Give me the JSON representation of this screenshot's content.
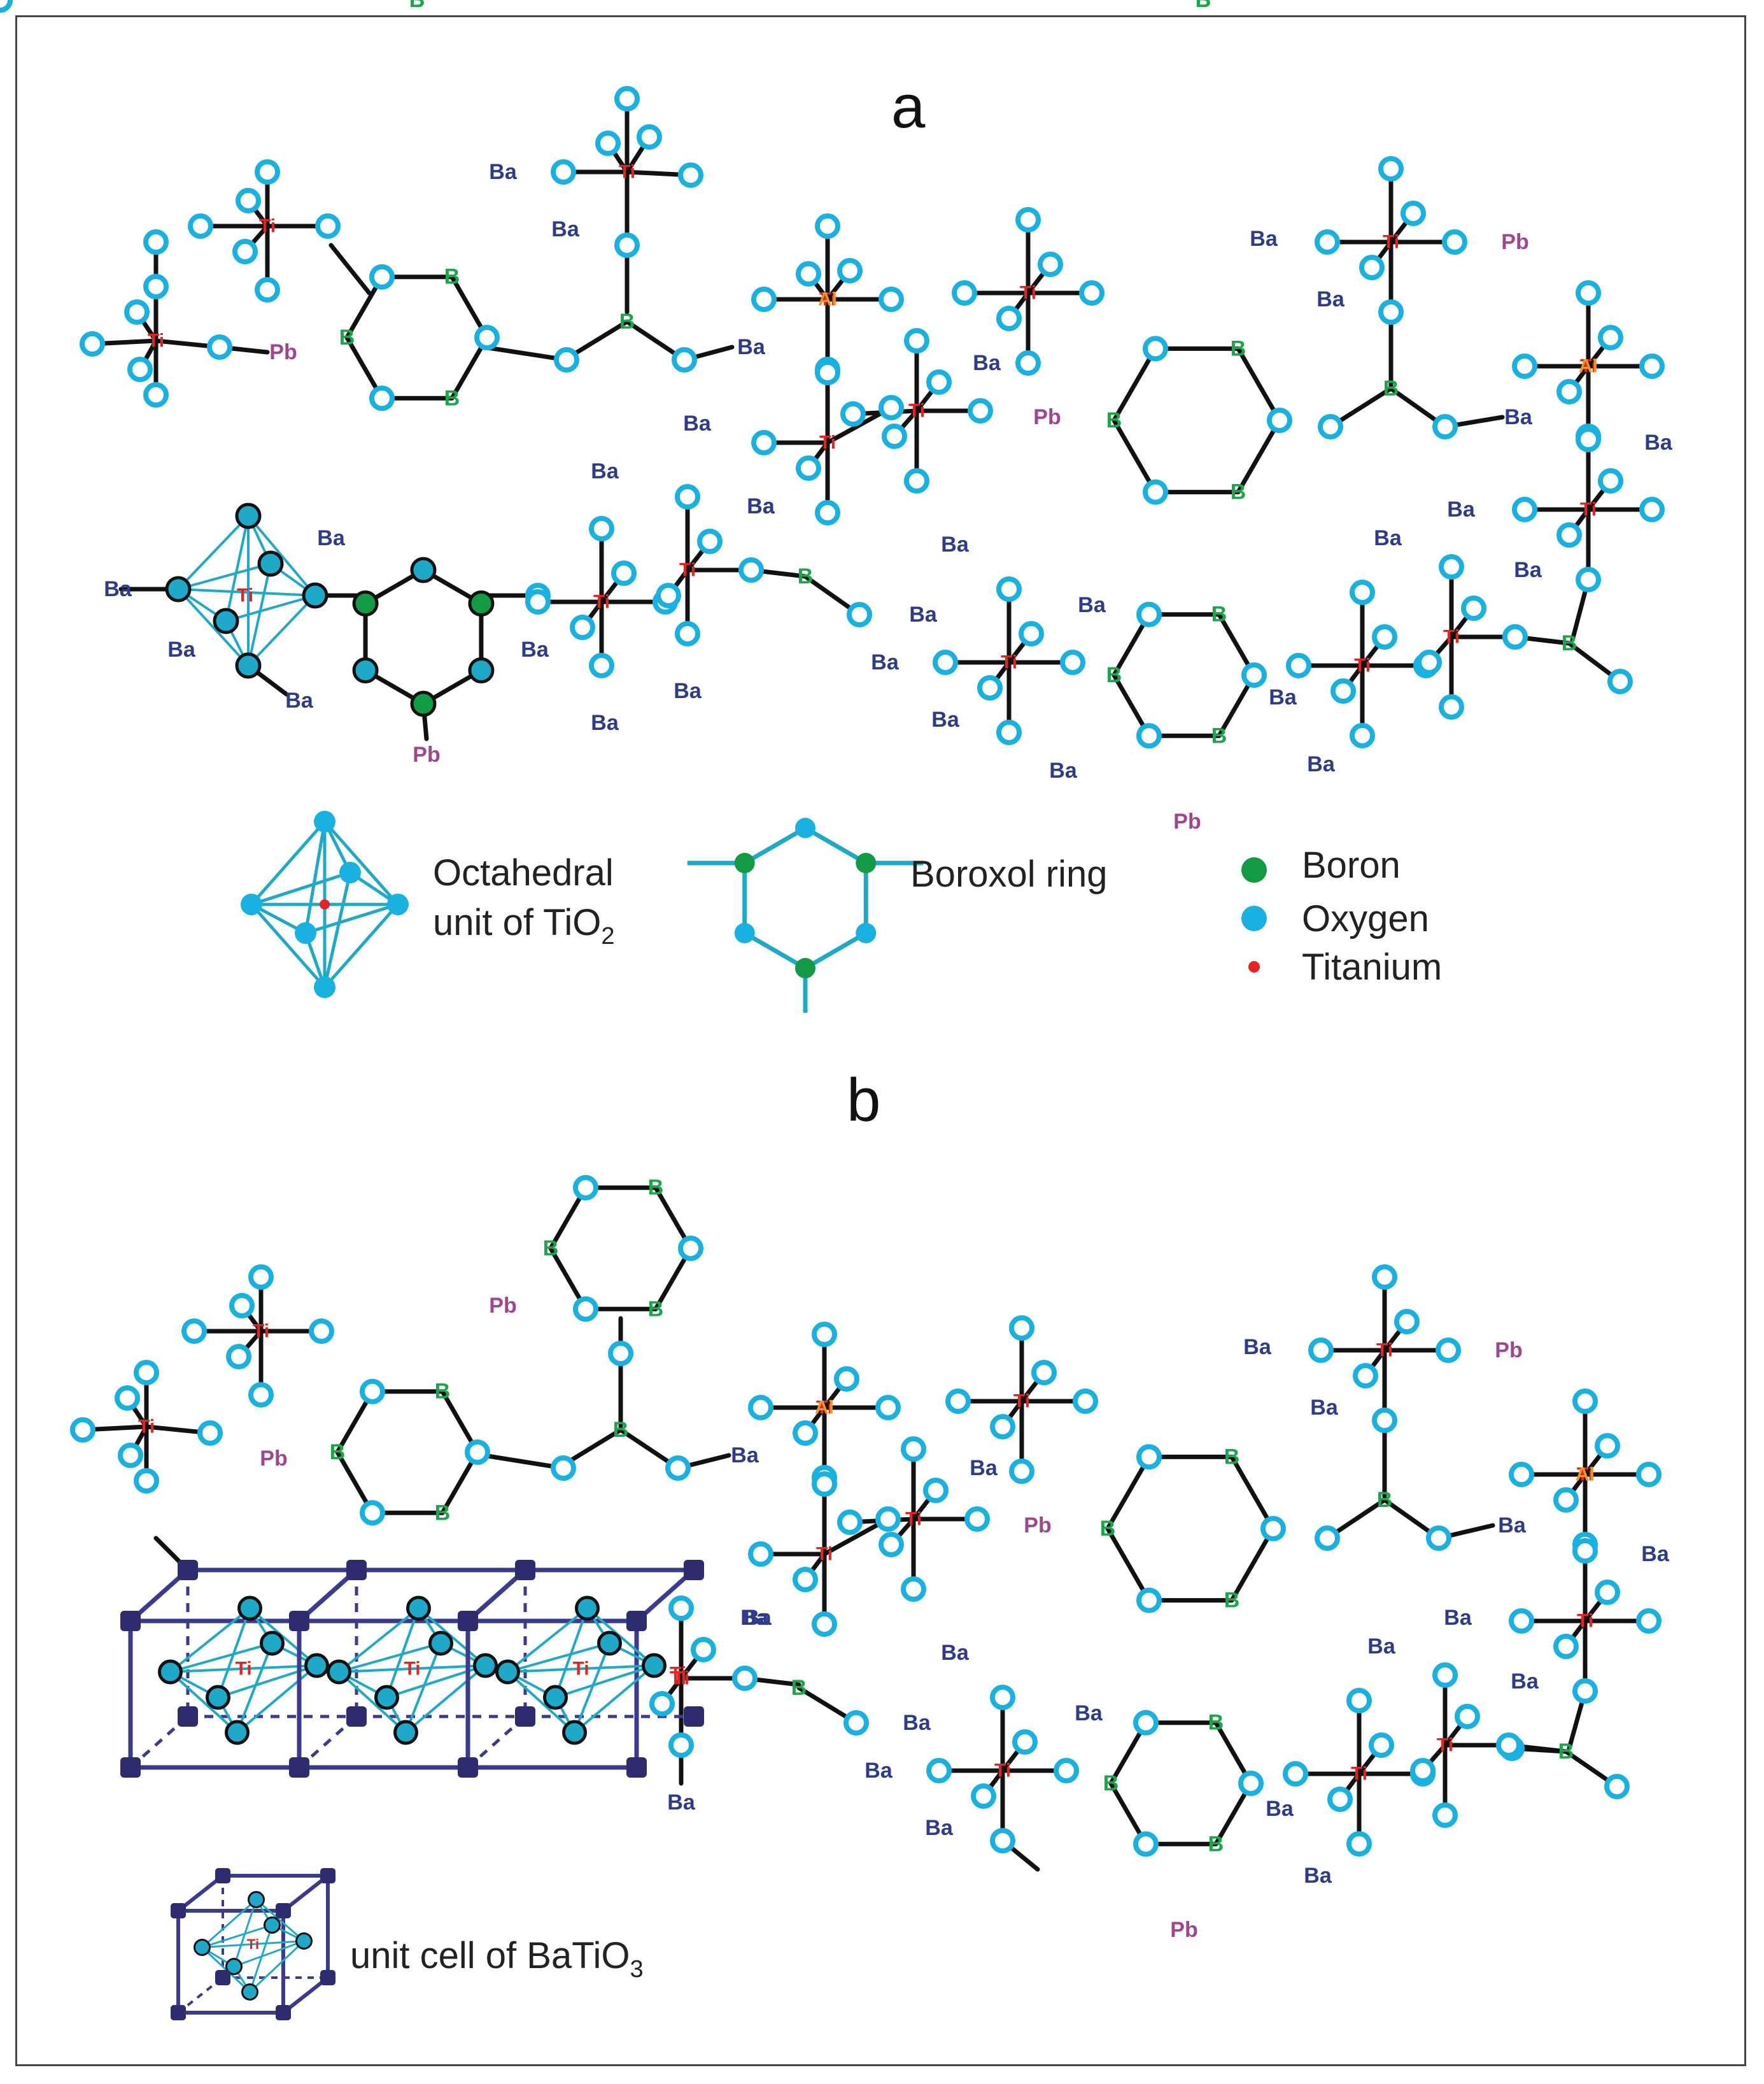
{
  "panels": {
    "a": {
      "label": "a"
    },
    "b": {
      "label": "b"
    }
  },
  "legend": {
    "octahedral_line1": "Octahedral",
    "octahedral_line2": "unit of TiO",
    "octahedral_sub": "2",
    "boroxol": "Boroxol ring",
    "boron": "Boron",
    "oxygen": "Oxygen",
    "titanium": "Titanium",
    "unit_cell": "unit cell of BaTiO",
    "unit_cell_sub": "3"
  },
  "elements": {
    "ti": "Ti",
    "ba": "Ba",
    "b": "B",
    "pb": "Pb",
    "al": "Al"
  },
  "colors": {
    "oxygen": "#19b2e0",
    "boron_label": "#1aa64a",
    "boron_dot": "#139a45",
    "titanium": "#e52421",
    "barium": "#2e3a8c",
    "lead": "#a0468e",
    "aluminium": "#f0961e",
    "octahedron": "#1fa9c9",
    "cell": "#3a3a8e",
    "bond": "#111111"
  }
}
